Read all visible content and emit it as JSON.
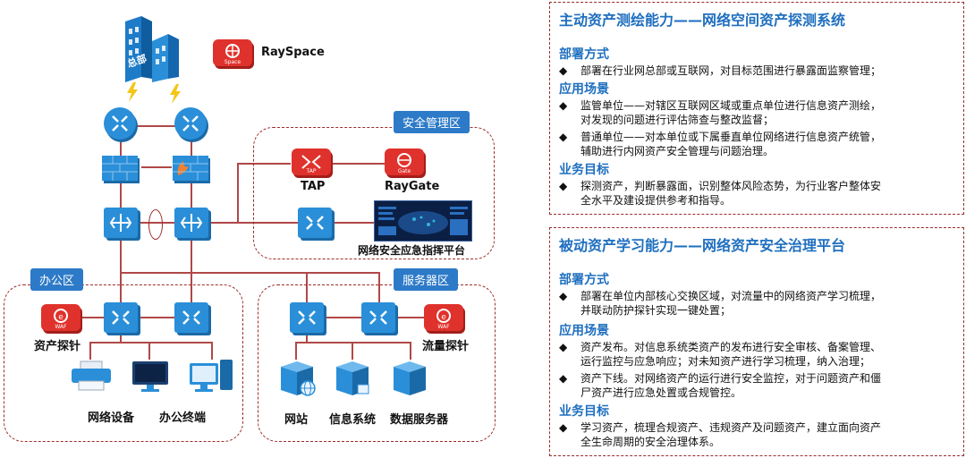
{
  "colors": {
    "accent_blue": "#1f6fbf",
    "zone_border": "#9b2c2c",
    "device_blue": "#2a8fd8",
    "probe_red": "#e0322c",
    "tag_blue": "#2d7ac8"
  },
  "topology": {
    "hq_label": "总部",
    "rayspace": "RaySpace",
    "zones": {
      "security": "安全管理区",
      "office": "办公区",
      "server": "服务器区"
    },
    "devices": {
      "tap": "TAP",
      "raygate": "RayGate",
      "command_platform": "网络安全应急指挥平台",
      "asset_probe": "资产探针",
      "traffic_probe": "流量探针",
      "network_device": "网络设备",
      "office_terminal": "办公终端",
      "website": "网站",
      "info_system": "信息系统",
      "data_server": "数据服务器"
    },
    "icon_text": {
      "tap_badge": "TAP",
      "raygate_badge": "Gate",
      "space_badge": "Space",
      "waf_badge": "WAF"
    }
  },
  "panel1": {
    "title": "主动资产测绘能力——网络空间资产探测系统",
    "deploy_heading": "部署方式",
    "deploy_items": [
      "部署在行业网总部或互联网，对目标范围进行暴露面监察管理；"
    ],
    "scene_heading": "应用场景",
    "scene_items": [
      {
        "l1": "监管单位——对辖区互联网区域或重点单位进行信息资产测绘，",
        "l2": "对发现的问题进行评估筛查与整改监督；"
      },
      {
        "l1": "普通单位——对本单位或下属垂直单位网络进行信息资产统管，",
        "l2": "辅助进行内网资产安全管理与问题治理。"
      }
    ],
    "goal_heading": "业务目标",
    "goal_items": [
      {
        "l1": "探测资产，判断暴露面，识别整体风险态势，为行业客户整体安",
        "l2": "全水平及建设提供参考和指导。"
      }
    ]
  },
  "panel2": {
    "title": "被动资产学习能力——网络资产安全治理平台",
    "deploy_heading": "部署方式",
    "deploy_items": [
      {
        "l1": "部署在单位内部核心交换区域，对流量中的网络资产学习梳理，",
        "l2": "并联动防护探针实现一键处置；"
      }
    ],
    "scene_heading": "应用场景",
    "scene_items": [
      {
        "l1": "资产发布。对信息系统类资产的发布进行安全审核、备案管理、",
        "l2": "运行监控与应急响应；对未知资产进行学习梳理，纳入治理；"
      },
      {
        "l1": "资产下线。对网络资产的运行进行安全监控，对于问题资产和僵",
        "l2": "尸资产进行应急处置或合规管控。"
      }
    ],
    "goal_heading": "业务目标",
    "goal_items": [
      {
        "l1": "学习资产，梳理合规资产、违规资产及问题资产，建立面向资产",
        "l2": "全生命周期的安全治理体系。"
      }
    ]
  }
}
